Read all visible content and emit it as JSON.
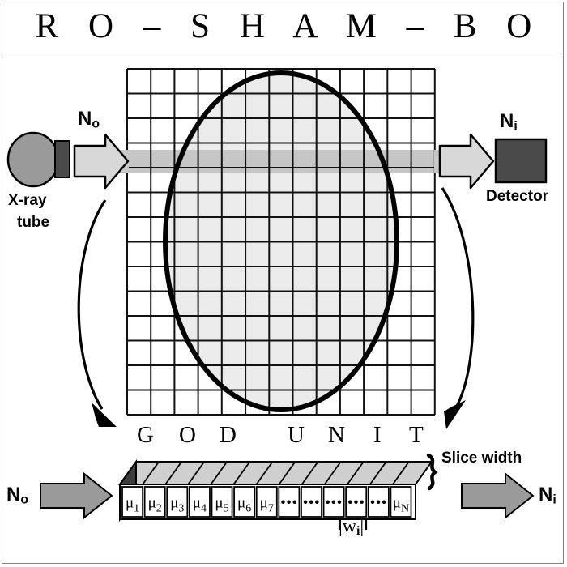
{
  "title": "R O – S H A M – B O",
  "colors": {
    "frame": "#808080",
    "tube_body": "#9a9a9a",
    "collimator": "#4a4a4a",
    "detector": "#4a4a4a",
    "beam_arrow": "#d4d4d4",
    "beam_strip_outside": "#c0c0c0",
    "beam_strip_inside": "#c8c8c8",
    "ellipse_fill": "#ebebeb",
    "slice_top_face": "#cfcfcf",
    "slice_left_face": "#3c3c3c",
    "slice_cell_fill": "#ffffff",
    "gray_arrow": "#9a9a9a",
    "grid_line": "#000000",
    "ellipse_stroke": "#000000"
  },
  "source": {
    "tube_label_line1": "X-ray",
    "tube_label_line2": "tube",
    "incident_flux_label": "N",
    "incident_flux_sub": "o"
  },
  "detector": {
    "label": "Detector",
    "flux_label": "N",
    "flux_sub": "i"
  },
  "phantom": {
    "grid_columns": 13,
    "grid_rows": 14,
    "beam_row_index": 3,
    "caption": [
      "G",
      "O",
      "D",
      "U",
      "N",
      "I",
      "T"
    ],
    "caption_text": "G O D   U N I T"
  },
  "slice": {
    "cells": [
      {
        "kind": "mu",
        "label": "μ",
        "sub": "1"
      },
      {
        "kind": "mu",
        "label": "μ",
        "sub": "2"
      },
      {
        "kind": "mu",
        "label": "μ",
        "sub": "3"
      },
      {
        "kind": "mu",
        "label": "μ",
        "sub": "4"
      },
      {
        "kind": "mu",
        "label": "μ",
        "sub": "5"
      },
      {
        "kind": "mu",
        "label": "μ",
        "sub": "6"
      },
      {
        "kind": "mu",
        "label": "μ",
        "sub": "7"
      },
      {
        "kind": "dots",
        "label": "•••",
        "sub": ""
      },
      {
        "kind": "dots",
        "label": "•••",
        "sub": ""
      },
      {
        "kind": "dots",
        "label": "•••",
        "sub": ""
      },
      {
        "kind": "dots",
        "label": "•••",
        "sub": ""
      },
      {
        "kind": "dots",
        "label": "•••",
        "sub": ""
      },
      {
        "kind": "mu",
        "label": "μ",
        "sub": "N"
      }
    ],
    "slice_width_label": "Slice width",
    "weight_label": "|w",
    "weight_sub": "i",
    "weight_label_close": "|",
    "input_flux_label": "N",
    "input_flux_sub": "o",
    "output_flux_label": "N",
    "output_flux_sub": "i"
  }
}
